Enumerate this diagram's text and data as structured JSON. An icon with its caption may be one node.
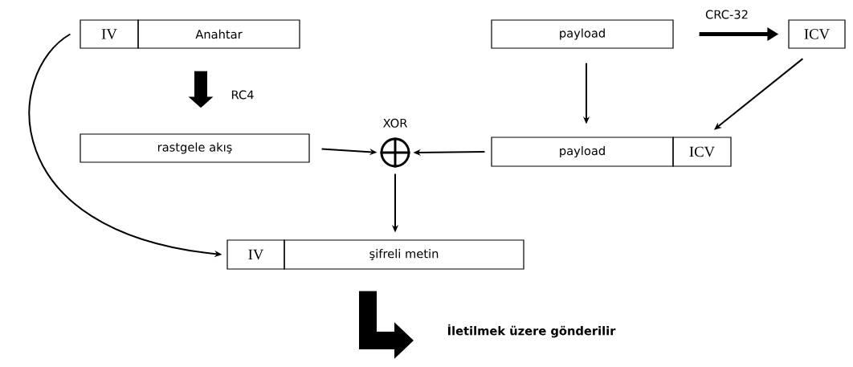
{
  "diagram": {
    "nodes": [
      {
        "text": [
          "IV"
        ]
      },
      {
        "text": [
          "Anahtar"
        ]
      },
      {
        "text": [
          "payload"
        ]
      },
      {
        "text": [
          "ICV"
        ]
      },
      {
        "text": [
          "rastgele akış"
        ]
      },
      {
        "text": [
          "XOR"
        ]
      },
      {
        "text": [
          "payload"
        ]
      },
      {
        "text": [
          "ICV"
        ]
      },
      {
        "text": [
          "IV"
        ]
      },
      {
        "text": [
          "şifreli metin"
        ]
      },
      {
        "text": [
          "İletilmek üzere gönderilir"
        ]
      }
    ],
    "edges": [
      {
        "from": 1,
        "to": 4,
        "arrow": "to",
        "label": "RC4",
        "style": "thick"
      },
      {
        "from": 2,
        "to": 3,
        "arrow": "to",
        "label": "CRC-32",
        "style": "thick"
      },
      {
        "from": 2,
        "to": 6,
        "arrow": "to"
      },
      {
        "from": 3,
        "to": 7,
        "arrow": "to"
      },
      {
        "from": 4,
        "to": 5,
        "arrow": "to"
      },
      {
        "from": 6,
        "to": 5,
        "arrow": "to"
      },
      {
        "from": 5,
        "to": 9,
        "arrow": "to"
      },
      {
        "from": 0,
        "to": 8,
        "arrow": "to"
      },
      {
        "from": 9,
        "to": 10,
        "arrow": "to",
        "style": "thick"
      }
    ]
  }
}
